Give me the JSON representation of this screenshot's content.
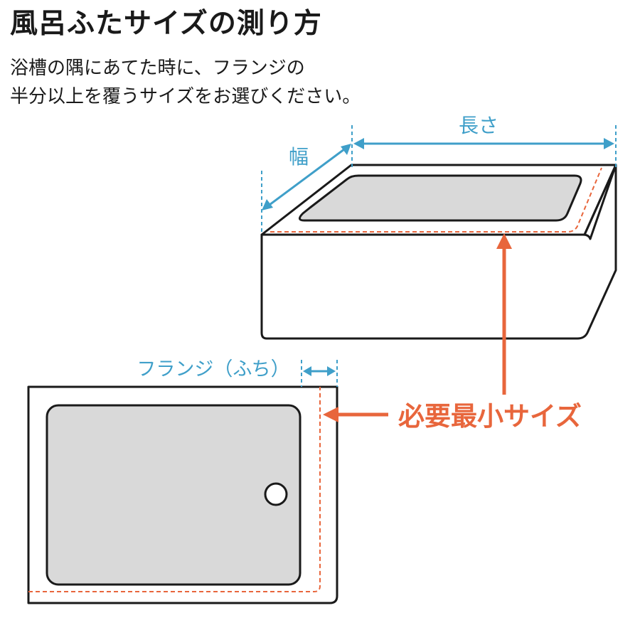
{
  "header": {
    "title": "風呂ふたサイズの測り方",
    "subtitle_line1": "浴槽の隅にあてた時に、フランジの",
    "subtitle_line2": "半分以上を覆うサイズをお選びください。"
  },
  "labels": {
    "length": "長さ",
    "width": "幅",
    "flange": "フランジ（ふち）",
    "minimum_size": "必要最小サイズ"
  },
  "colors": {
    "measure_blue": "#3f9fc9",
    "minimum_orange": "#e8663c",
    "outline": "#1a1a1a",
    "tub_gray": "#d9d9d9"
  }
}
